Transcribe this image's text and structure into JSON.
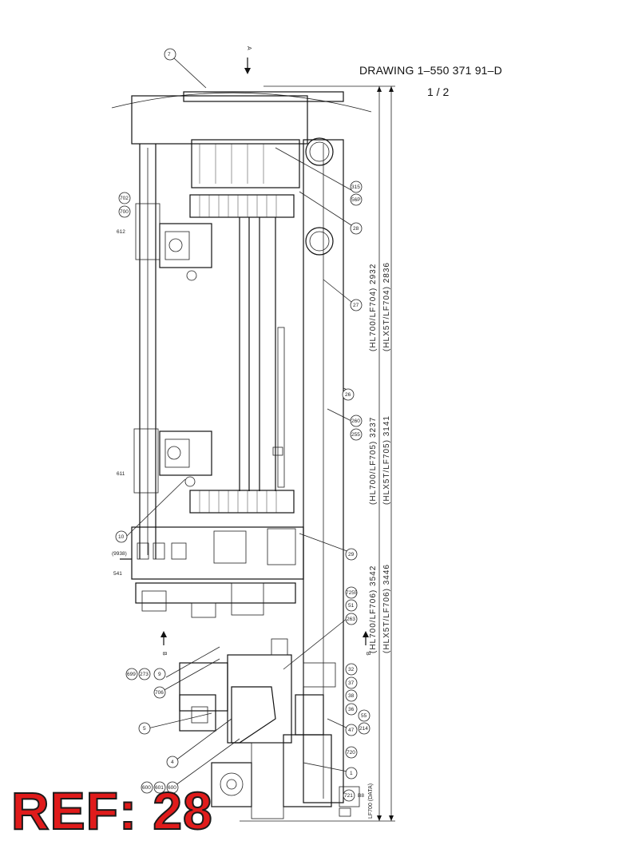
{
  "drawing": {
    "title": "DRAWING  1–550 371 91–D",
    "sheet": "1 / 2"
  },
  "ref": {
    "label": "REF: 28",
    "color": "#e01b1b"
  },
  "views": {
    "a": "A",
    "b_top": "B",
    "b_bottom": "B"
  },
  "dimensions": [
    "(HL700/LF704) 2932",
    "(HLX5T/LF704) 2836",
    "(HL700/LF705) 3237",
    "(HLX5T/LF705) 3141",
    "(HL700/LF706) 3542",
    "(HLX5T/LF706) 3446"
  ],
  "notes": {
    "lf700_data": "LF700 (DATA)"
  },
  "callouts": [
    "7",
    "315",
    "56P",
    "28",
    "27",
    "26",
    "255",
    "260",
    "29",
    "700",
    "702",
    "611",
    "612",
    "10",
    "263",
    "51",
    "7255",
    "32",
    "37",
    "38",
    "36",
    "47",
    "214",
    "55",
    "720",
    "1",
    "5",
    "4",
    "600",
    "601",
    "600",
    "9",
    "273",
    "699",
    "706",
    "541",
    "(9938)",
    "721",
    "B8"
  ]
}
